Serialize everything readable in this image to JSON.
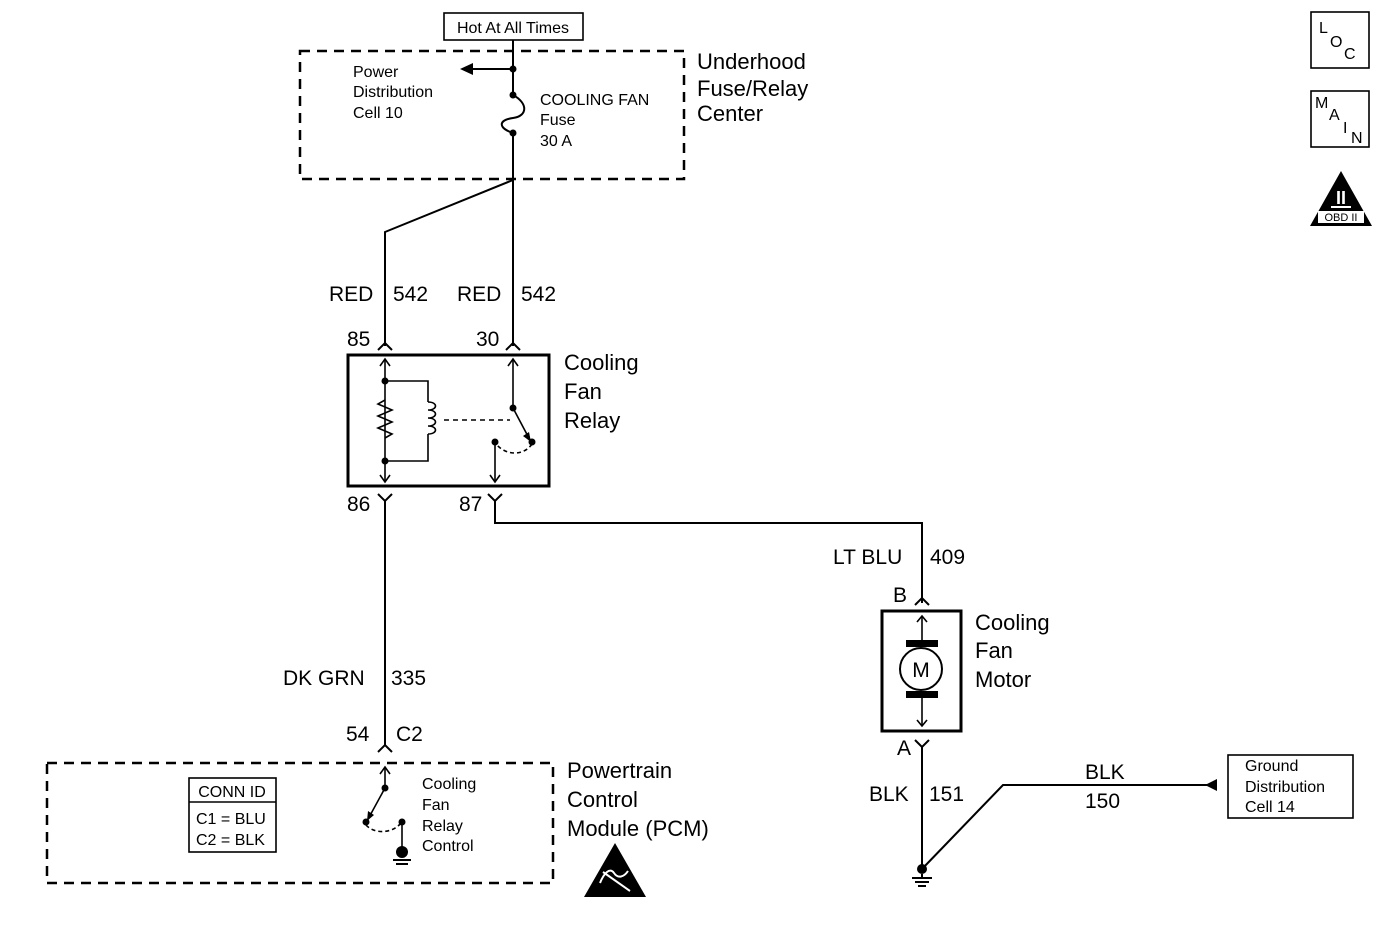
{
  "header": {
    "hot_label": "Hot At All Times"
  },
  "fuse_center": {
    "title": [
      "Underhood",
      "Fuse/Relay",
      "Center"
    ],
    "power_dist": [
      "Power",
      "Distribution",
      "Cell 10"
    ],
    "fuse": [
      "COOLING FAN",
      "Fuse",
      "30 A"
    ]
  },
  "wires": {
    "red_left": {
      "color": "RED",
      "circuit": "542"
    },
    "red_right": {
      "color": "RED",
      "circuit": "542"
    },
    "lt_blu": {
      "color": "LT BLU",
      "circuit": "409"
    },
    "dk_grn": {
      "color": "DK GRN",
      "circuit": "335"
    },
    "blk_151": {
      "color": "BLK",
      "circuit": "151"
    },
    "blk_150": {
      "color": "BLK",
      "circuit": "150"
    }
  },
  "relay": {
    "title": [
      "Cooling",
      "Fan",
      "Relay"
    ],
    "pins": {
      "p85": "85",
      "p30": "30",
      "p86": "86",
      "p87": "87"
    }
  },
  "motor": {
    "title": [
      "Cooling",
      "Fan",
      "Motor"
    ],
    "symbol": "M",
    "pins": {
      "b": "B",
      "a": "A"
    }
  },
  "pcm": {
    "title": [
      "Powertrain",
      "Control",
      "Module (PCM)"
    ],
    "pin": "54",
    "connector": "C2",
    "control": [
      "Cooling",
      "Fan",
      "Relay",
      "Control"
    ],
    "conn_id": {
      "title": "CONN ID",
      "rows": [
        "C1 = BLU",
        "C2 = BLK"
      ]
    }
  },
  "ground_dist": [
    "Ground",
    "Distribution",
    "Cell 14"
  ],
  "icons": {
    "loc": [
      "L",
      "O",
      "C"
    ],
    "main": [
      "M",
      "A",
      "I",
      "N"
    ],
    "obd": {
      "numeral": "II",
      "label": "OBD II"
    }
  }
}
